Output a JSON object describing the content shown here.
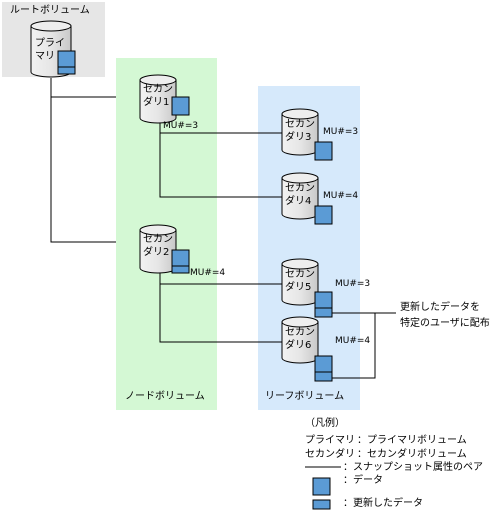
{
  "regions": {
    "root": "ルートボリューム",
    "node": "ノードボリューム",
    "leaf": "リーフボリューム"
  },
  "volumes": {
    "primary": [
      "プライ",
      "マリ"
    ],
    "sec1": [
      "セカン",
      "ダリ1"
    ],
    "sec2": [
      "セカン",
      "ダリ2"
    ],
    "sec3": [
      "セカン",
      "ダリ3"
    ],
    "sec4": [
      "セカン",
      "ダリ4"
    ],
    "sec5": [
      "セカン",
      "ダリ5"
    ],
    "sec6": [
      "セカン",
      "ダリ6"
    ]
  },
  "mu_labels": {
    "sec1_to_3": "MU#=3",
    "sec2_to_4": "MU#=4",
    "sec3": "MU#=3",
    "sec4": "MU#=4",
    "sec5": "MU#=3",
    "sec6": "MU#=4"
  },
  "distribution_note": [
    "更新したデータを",
    "特定のユーザに配布"
  ],
  "legend": {
    "title": "（凡例）",
    "rows": [
      {
        "term": "プライマリ",
        "desc": "：プライマリボリューム"
      },
      {
        "term": "セカンダリ",
        "desc": "：セカンダリボリューム"
      },
      {
        "term": "",
        "desc": "：スナップショット属性のペア"
      },
      {
        "term": "",
        "desc": "：データ"
      },
      {
        "term": "",
        "desc": "：更新したデータ"
      }
    ]
  },
  "colors": {
    "data_block": "#5b9bd5",
    "root_bg": "#e6e6e6",
    "node_bg": "#d4f8d4",
    "leaf_bg": "#d6e9fb"
  }
}
